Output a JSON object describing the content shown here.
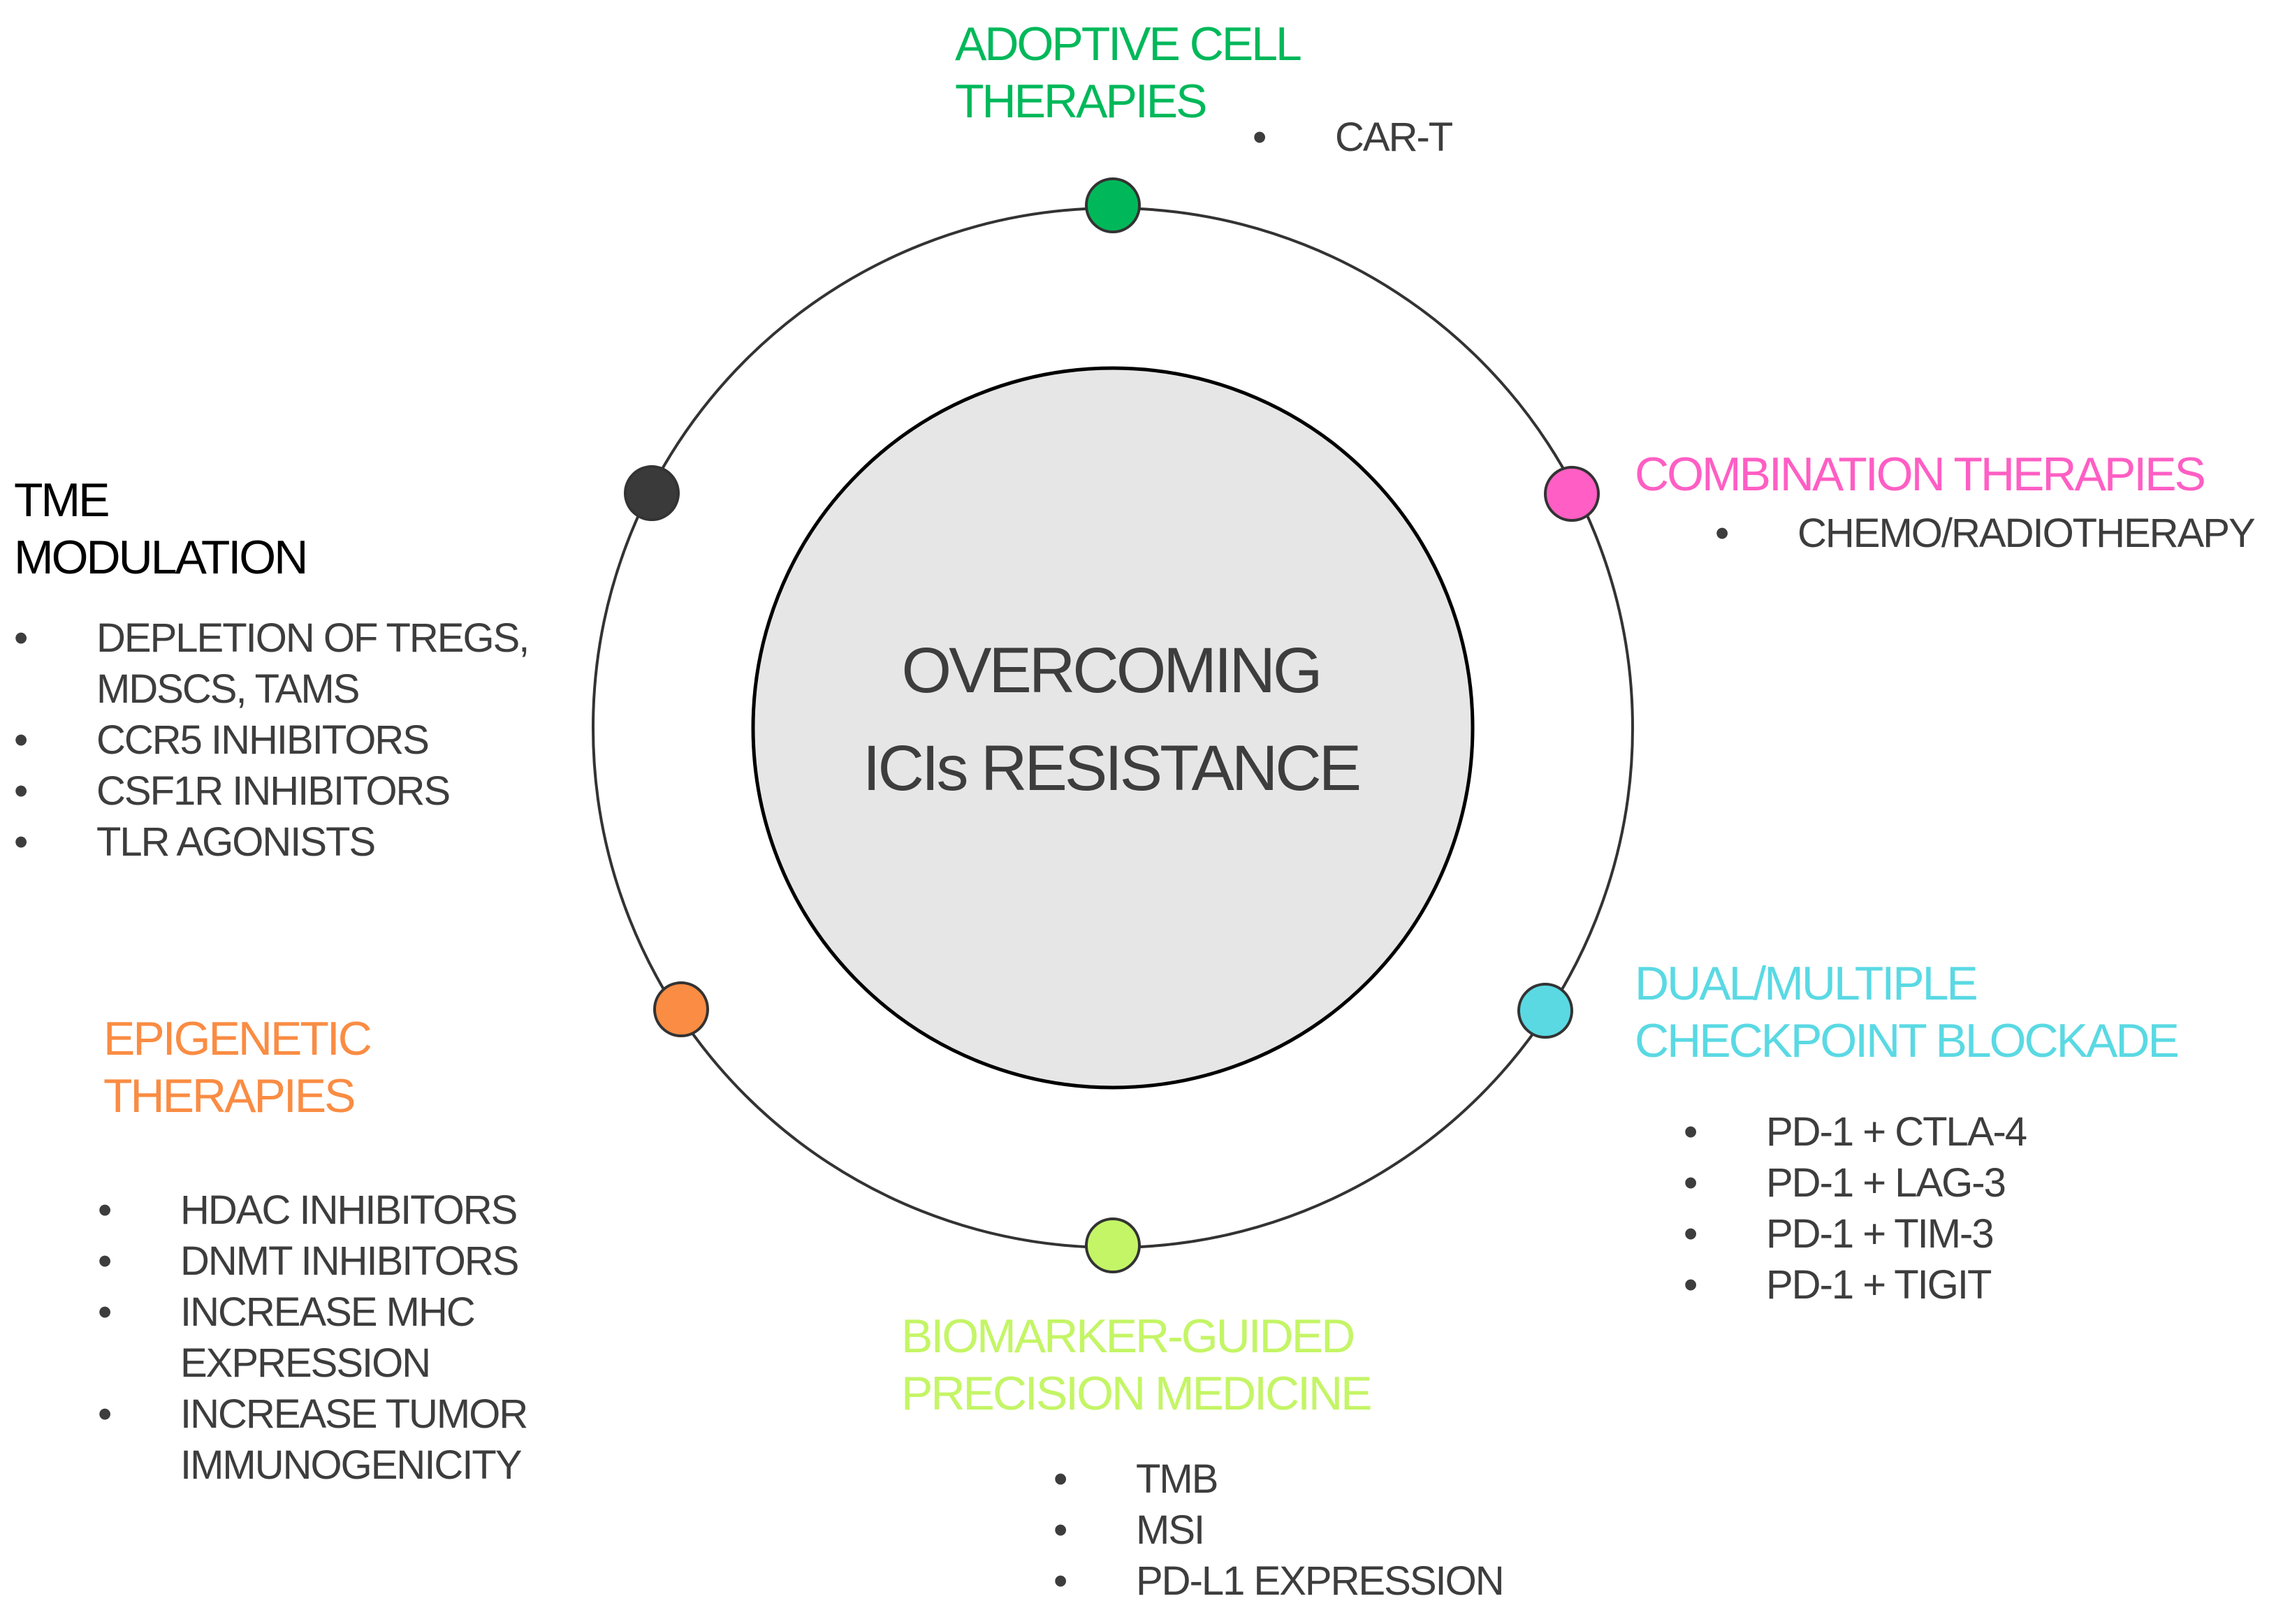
{
  "center": {
    "line1": "OVERCOMING",
    "line2": "ICIs RESISTANCE"
  },
  "colors": {
    "adoptive": "#00b85a",
    "combination": "#ff5ec4",
    "dual": "#5ad9e3",
    "biomarker": "#c4f566",
    "epigenetic": "#fa8c43",
    "tme": "#3a3a3a",
    "center_fill": "#e6e6e6",
    "ring_stroke": "#333333"
  },
  "nodes": {
    "adoptive": {
      "heading_line1": "ADOPTIVE CELL",
      "heading_line2": "THERAPIES",
      "items": [
        "CAR-T"
      ]
    },
    "combination": {
      "heading_line1": "COMBINATION THERAPIES",
      "items": [
        "CHEMO/RADIOTHERAPY"
      ]
    },
    "dual": {
      "heading_line1": "DUAL/MULTIPLE",
      "heading_line2": "CHECKPOINT BLOCKADE",
      "items": [
        "PD-1 + CTLA-4",
        "PD-1 + LAG-3",
        "PD-1 + TIM-3",
        "PD-1 + TIGIT"
      ]
    },
    "biomarker": {
      "heading_line1": "BIOMARKER-GUIDED",
      "heading_line2": "PRECISION MEDICINE",
      "items": [
        "TMB",
        "MSI",
        "PD-L1 EXPRESSION"
      ]
    },
    "epigenetic": {
      "heading_line1": "EPIGENETIC",
      "heading_line2": "THERAPIES",
      "items": [
        {
          "line1": "HDAC INHIBITORS"
        },
        {
          "line1": "DNMT INHIBITORS"
        },
        {
          "line1": "INCREASE MHC",
          "line2": "EXPRESSION"
        },
        {
          "line1": "INCREASE TUMOR",
          "line2": "IMMUNOGENICITY"
        }
      ]
    },
    "tme": {
      "heading_line1": "TME",
      "heading_line2": "MODULATION",
      "items": [
        {
          "line1": "DEPLETION OF TREGS,",
          "line2": "MDSCS, TAMS"
        },
        {
          "line1": "CCR5 INHIBITORS"
        },
        {
          "line1": "CSF1R INHIBITORS"
        },
        {
          "line1": "TLR AGONISTS"
        }
      ]
    }
  }
}
